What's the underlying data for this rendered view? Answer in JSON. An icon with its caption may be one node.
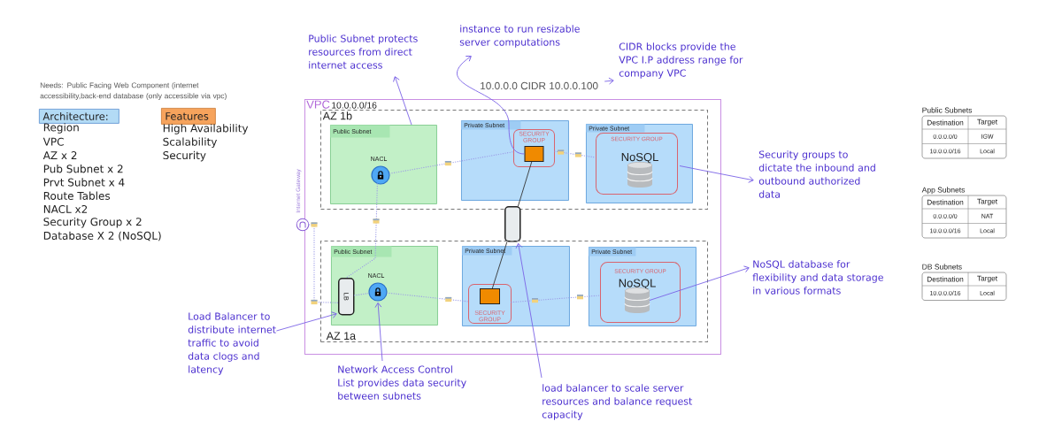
{
  "diagram": {
    "nodes": [
      {
        "text": [
          "Architecture:"
        ]
      },
      {
        "text": [
          "Features"
        ]
      },
      {
        "text": [
          "Public Subnet protects resources from direct internet access"
        ]
      },
      {
        "text": [
          "instance to run resizable server computations"
        ]
      },
      {
        "text": [
          "CIDR blocks provide the VPC I.P address range for company VPC"
        ]
      },
      {
        "text": [
          "10.0.0.0 CIDR 10.0.0.100"
        ]
      },
      {
        "text": [
          "VPC",
          "10.0.0.0/16"
        ]
      },
      {
        "text": [
          "Internet Gateway"
        ]
      },
      {
        "text": [
          "AZ 1b"
        ],
        "in": 6
      },
      {
        "text": [
          "Public Subnet"
        ],
        "in": 8
      },
      {
        "text": [
          "NACL"
        ],
        "in": 9
      },
      {
        "text": [
          "Private Subnet"
        ],
        "in": 8
      },
      {
        "text": [
          "SECURITY GROUP"
        ],
        "in": 11
      },
      {
        "text": [],
        "shape": "box",
        "in": 12
      },
      {
        "text": [
          "Private Subnet"
        ],
        "in": 8
      },
      {
        "text": [
          "SECURITY GROUP"
        ],
        "in": 14
      },
      {
        "text": [
          "NoSQL"
        ],
        "in": 15
      },
      {
        "text": [],
        "shape": "box",
        "in": 6
      },
      {
        "text": [
          "AZ 1a"
        ],
        "in": 6
      },
      {
        "text": [
          "Public Subnet"
        ],
        "in": 18
      },
      {
        "text": [
          "LB"
        ],
        "in": 19
      },
      {
        "text": [
          "NACL"
        ],
        "in": 19
      },
      {
        "text": [
          "Private Subnet"
        ],
        "in": 18
      },
      {
        "text": [
          "SECURITY GROUP"
        ],
        "in": 22
      },
      {
        "text": [],
        "shape": "box",
        "in": 23
      },
      {
        "text": [
          "Private Subnet"
        ],
        "in": 18
      },
      {
        "text": [
          "SECURITY GROUP"
        ],
        "in": 25
      },
      {
        "text": [
          "NoSQL"
        ],
        "in": 26
      },
      {
        "text": [
          "Security groups to dictate the inbound and outbound authorized data"
        ]
      },
      {
        "text": [
          "NoSQL database for flexibility and data storage in various formats"
        ]
      },
      {
        "text": [
          "Load Balancer to distribute internet traffic to avoid data clogs and latency"
        ]
      },
      {
        "text": [
          "Network Access Control List provides data security between subnets"
        ]
      },
      {
        "text": [
          "load balancer to scale server resources and balance request capacity"
        ]
      }
    ],
    "edges": [
      {
        "from": 9,
        "to": 2,
        "arrow": "to"
      },
      {
        "from": 13,
        "to": 3,
        "arrow": "to"
      },
      {
        "from": 5,
        "to": 4,
        "arrow": "to"
      },
      {
        "from": 15,
        "to": 28,
        "arrow": "to"
      },
      {
        "from": 27,
        "to": 29,
        "arrow": "to"
      },
      {
        "from": 30,
        "to": 20,
        "arrow": "to"
      },
      {
        "from": 31,
        "to": 21,
        "arrow": "to"
      },
      {
        "from": 32,
        "to": 17,
        "arrow": "to"
      },
      {
        "from": 10,
        "to": 12,
        "arrow": "none",
        "style": "dashed",
        "color": "#9b9be6"
      },
      {
        "from": 12,
        "to": 15,
        "arrow": "none",
        "style": "dashed",
        "color": "#9b9be6"
      },
      {
        "from": 10,
        "to": 20,
        "arrow": "none",
        "style": "dashed",
        "color": "#9b9be6"
      },
      {
        "from": 7,
        "to": 20,
        "arrow": "none",
        "style": "dashed",
        "color": "#9b9be6"
      },
      {
        "from": 20,
        "to": 21,
        "arrow": "none",
        "style": "dashed",
        "color": "#9b9be6"
      },
      {
        "from": 21,
        "to": 23,
        "arrow": "none",
        "style": "dashed",
        "color": "#9b9be6"
      },
      {
        "from": 23,
        "to": 26,
        "arrow": "none",
        "style": "dashed",
        "color": "#9b9be6"
      },
      {
        "from": 13,
        "to": 17,
        "arrow": "none",
        "color": "#333333"
      },
      {
        "from": 17,
        "to": 24,
        "arrow": "none",
        "color": "#333333"
      }
    ],
    "labels": [
      "Needs: Public Facing Web Component (internet accessibility,back-end database (only accessible via vpc)",
      "Region",
      "VPC",
      "AZ x 2",
      "Pub Subnet x 2",
      "Prvt Subnet x 4",
      "Route Tables",
      "NACL x2",
      "Security Group x 2",
      "Database X 2 (NoSQL)",
      "High Availability",
      "Scalability",
      "Security",
      "Public Subnets",
      "Destination",
      "Target",
      "0.0.0.0/0",
      "IGW",
      "10.0.0.0/16",
      "Local",
      "App Subnets",
      "Destination",
      "Target",
      "0.0.0.0/0",
      "NAT",
      "10.0.0.0/16",
      "Local",
      "DB Subnets",
      "Destination",
      "Target",
      "10.0.0.0/16",
      "Local"
    ]
  }
}
